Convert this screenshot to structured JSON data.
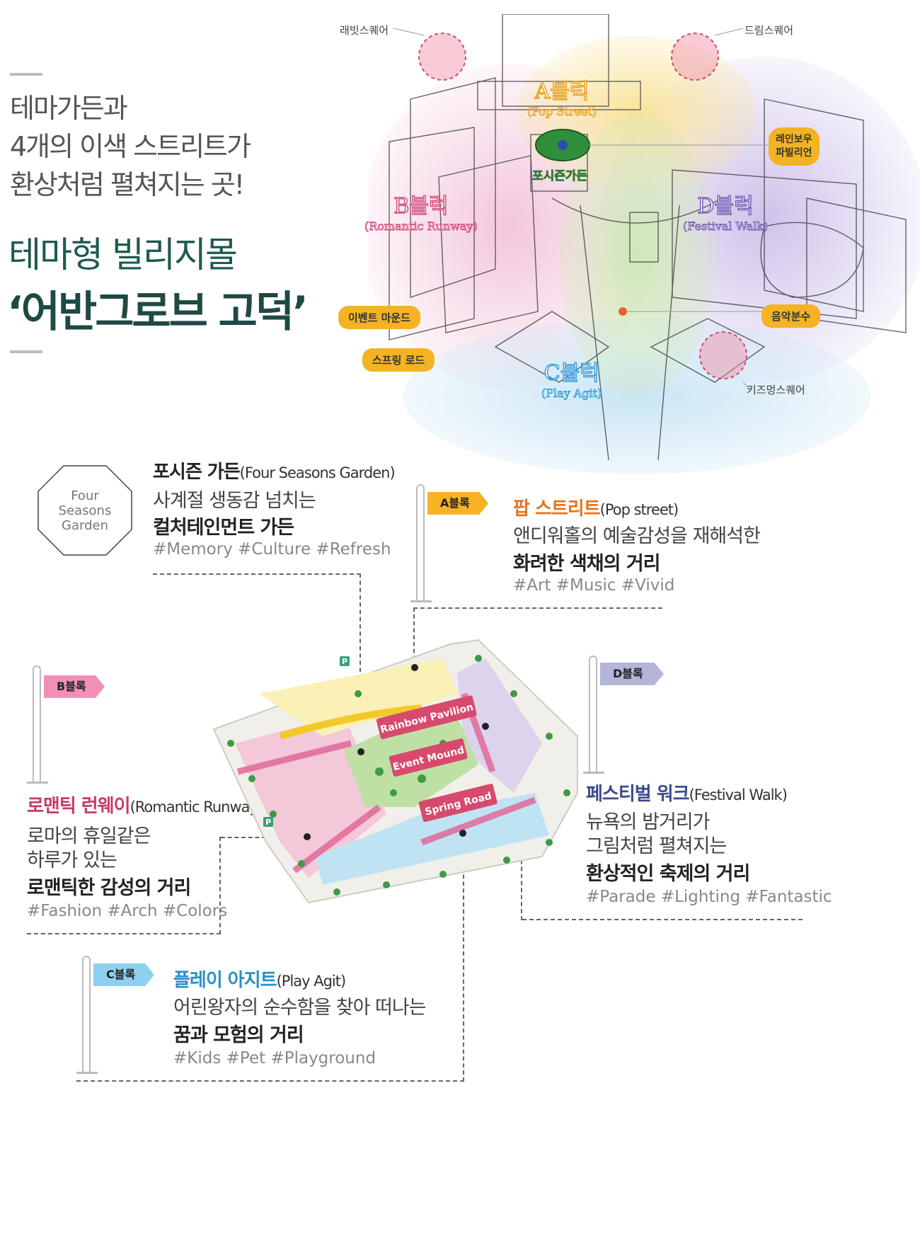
{
  "intro": {
    "line1": "테마가든과",
    "line2": "4개의 이색 스트리트가",
    "line3": "환상처럼 펼쳐지는 곳!",
    "type": "테마형 빌리지몰",
    "name": "‘어반그로브 고덕’"
  },
  "aerial": {
    "labels": {
      "rabbit_square": "래빗스퀘어",
      "dream_square": "드림스퀘어",
      "kids_square": "키즈멍스퀘어"
    },
    "callouts": {
      "rainbow_pavilion": "레인보우\n파빌리언",
      "music_fountain": "음악분수",
      "event_mound": "이벤트 마운드",
      "spring_road": "스프링 로드"
    },
    "blocks": {
      "a": {
        "name": "A블럭",
        "sub": "(Pop Street)"
      },
      "b": {
        "name": "B블럭",
        "sub": "(Romantic Runway)"
      },
      "c": {
        "name": "C블럭",
        "sub": "(Play Agit)"
      },
      "d": {
        "name": "D블럭",
        "sub": "(Festival Walk)"
      },
      "garden": "포시즌가든"
    }
  },
  "sections": {
    "garden": {
      "badge": "Four\nSeasons\nGarden",
      "title": "포시즌 가든",
      "title_en": "(Four Seasons Garden)",
      "desc": "사계절 생동감 넘치는",
      "strong": "컬처테인먼트 가든",
      "tags": "#Memory #Culture #Refresh"
    },
    "a": {
      "flag": "A블록",
      "title": "팝 스트리트",
      "title_en": "(Pop street)",
      "desc": "앤디워홀의 예술감성을 재해석한",
      "strong": "화려한 색채의 거리",
      "tags": "#Art #Music #Vivid",
      "color": "#e8731e",
      "flag_color": "#f5b324"
    },
    "b": {
      "flag": "B블록",
      "title": "로맨틱 런웨이",
      "title_en": "(Romantic Runway)",
      "desc1": "로마의 휴일같은",
      "desc2": "하루가 있는",
      "strong": "로맨틱한 감성의 거리",
      "tags": "#Fashion #Arch #Colors",
      "color": "#c8396a",
      "flag_color": "#f090b8"
    },
    "c": {
      "flag": "C블록",
      "title": "플레이 아지트",
      "title_en": "(Play Agit)",
      "desc": "어린왕자의 순수함을 찾아 떠나는",
      "strong": "꿈과 모험의 거리",
      "tags": "#Kids #Pet #Playground",
      "color": "#2a8fc4",
      "flag_color": "#8fd0ef"
    },
    "d": {
      "flag": "D블록",
      "title": "페스티벌 워크",
      "title_en": "(Festival Walk)",
      "desc1": "뉴욕의 밤거리가",
      "desc2": "그림처럼 펼쳐지는",
      "strong": "환상적인 축제의 거리",
      "tags": "#Parade #Lighting #Fantastic",
      "color": "#3c4a8e",
      "flag_color": "#b3b6d8"
    }
  },
  "site_map": {
    "rainbow_pavilion": "Rainbow Pavilion",
    "event_mound": "Event Mound",
    "spring_road": "Spring Road",
    "parking": "P"
  }
}
